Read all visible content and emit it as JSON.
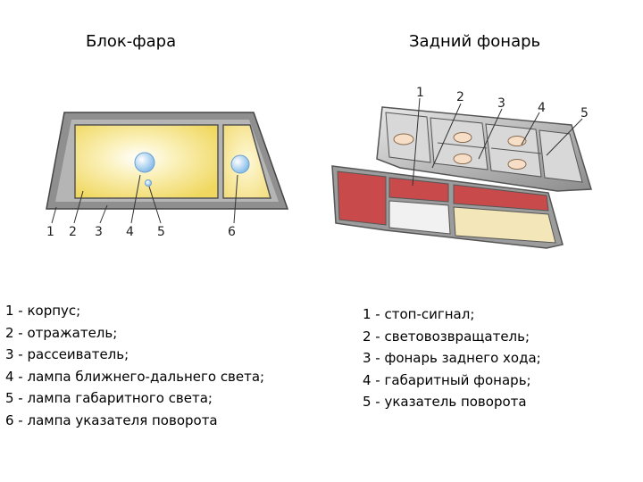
{
  "headlight": {
    "title": "Блок-фара",
    "callout_numbers": [
      "1",
      "2",
      "3",
      "4",
      "5",
      "6"
    ],
    "legend": [
      "1 - корпус;",
      "2 - отражатель;",
      "3 - рассеиватель;",
      "4 - лампа ближнего-дальнего света;",
      "5 - лампа габаритного света;",
      "6 - лампа указателя поворота"
    ]
  },
  "taillight": {
    "title": "Задний фонарь",
    "callout_numbers": [
      "1",
      "2",
      "3",
      "4",
      "5"
    ],
    "legend": [
      "1 - стоп-сигнал;",
      "2 - световозвращатель;",
      "3 - фонарь заднего хода;",
      "4 - габаритный фонарь;",
      "5 - указатель поворота"
    ]
  },
  "colors": {
    "housing": "#8a8a8a",
    "reflector_yellow": "#f2e07a",
    "lamp_blue": "#a9d4f2",
    "lens_red": "#c84a4a",
    "lens_cream": "#f3e6b8"
  }
}
